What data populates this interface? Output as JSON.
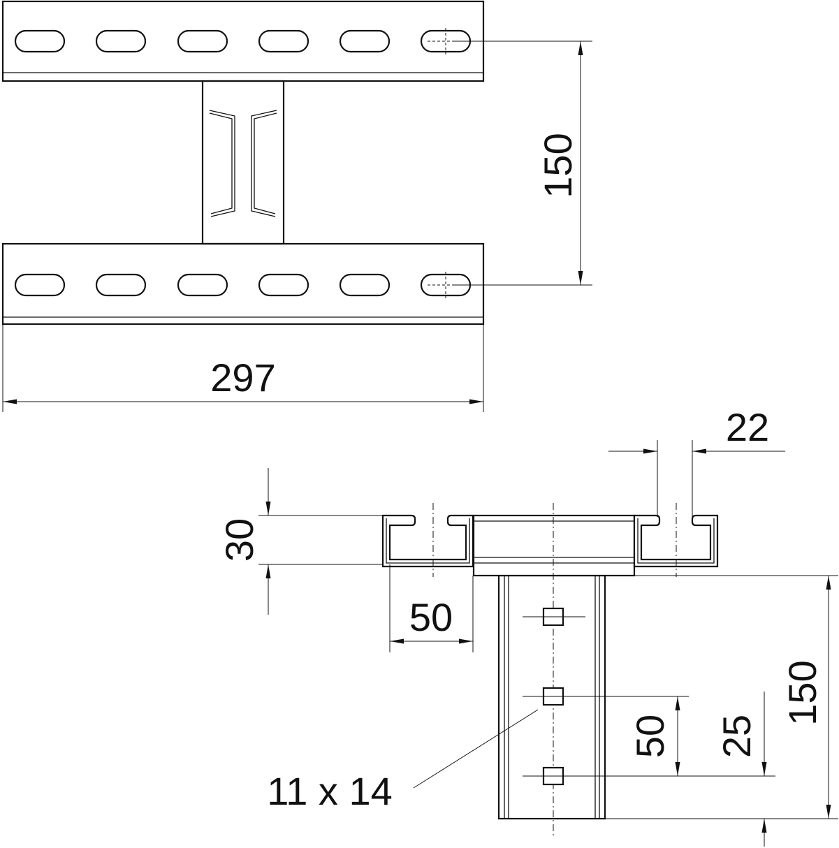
{
  "dimensions": {
    "top_height": "150",
    "top_width": "297",
    "flange_gap": "22",
    "channel_height": "30",
    "channel_width": "50",
    "side_height": "150",
    "hole_spacing": "50",
    "hole_offset": "25",
    "hole_size": "11 x 14"
  },
  "colors": {
    "line": "#111111",
    "background": "#ffffff"
  }
}
